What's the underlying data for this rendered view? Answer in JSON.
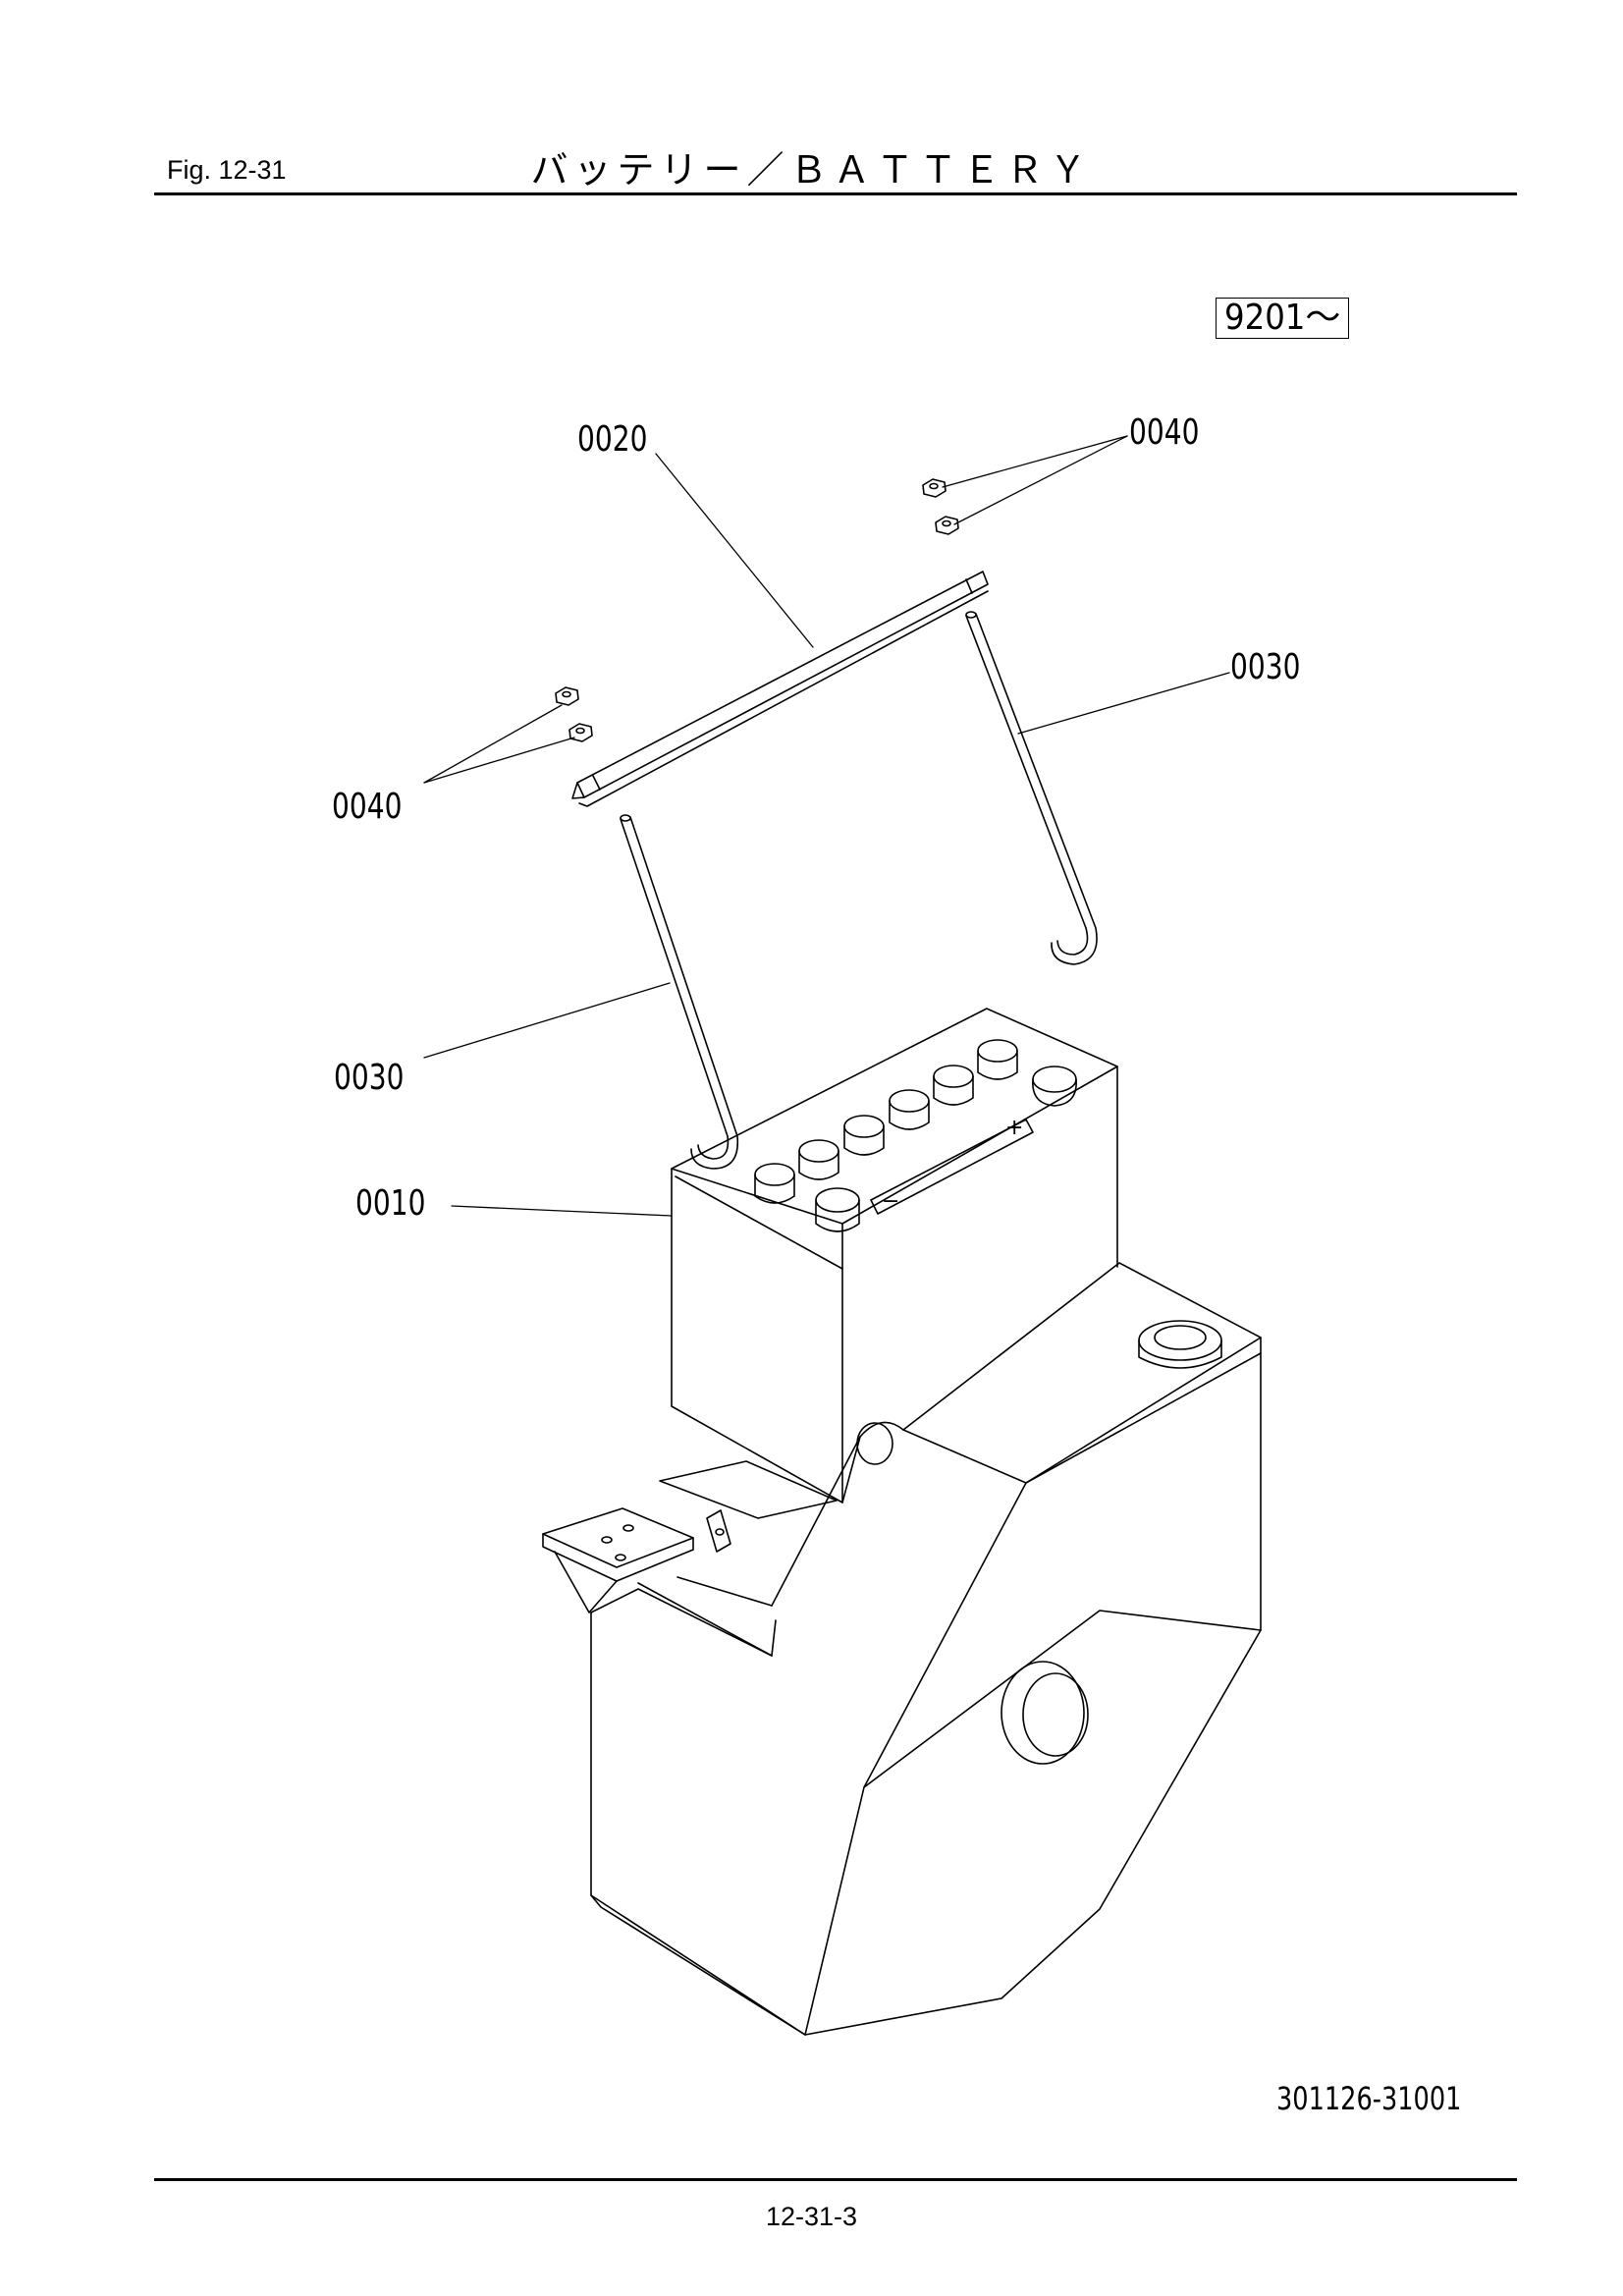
{
  "header": {
    "figure_label": "Fig.  12-31",
    "title": "バッテリー／ＢＡＴＴＥＲＹ"
  },
  "serial_range": "9201～",
  "callouts": {
    "part_0010": "0010",
    "part_0020": "0020",
    "part_0030_left": "0030",
    "part_0030_right": "0030",
    "part_0040_left": "0040",
    "part_0040_right": "0040"
  },
  "footer": {
    "drawing_number": "301126-31001",
    "page_number": "12-31-3"
  },
  "battery_marks": {
    "plus": "+",
    "minus": "−"
  }
}
